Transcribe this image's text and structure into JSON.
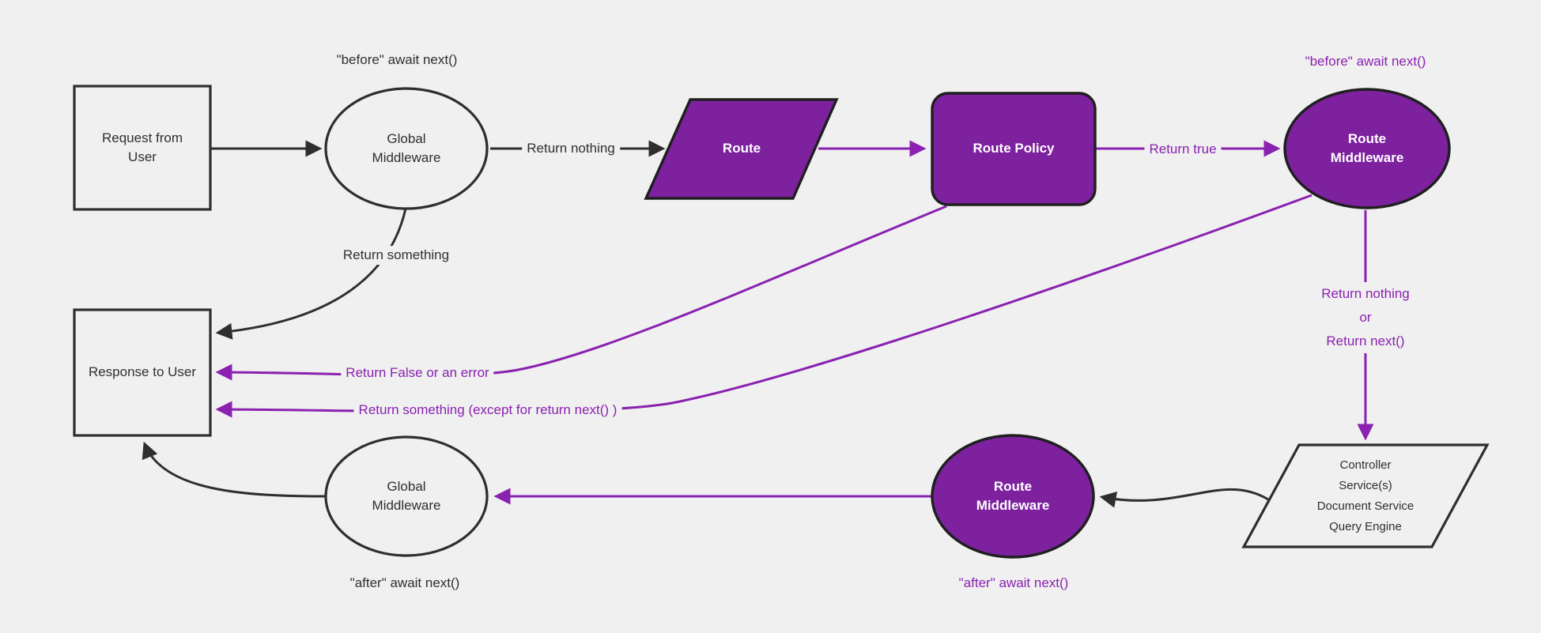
{
  "colors": {
    "background": "#f0f0f0",
    "node_fill": "#f0f0f0",
    "node_border": "#1f1f1f",
    "purple_fill": "#7d219f",
    "purple_edge": "#8a21b0",
    "dark_edge": "#2e2e2e",
    "dark_text": "#2f2f2f",
    "white_text": "#ffffff"
  },
  "nodes": {
    "request": {
      "label": "Request from User"
    },
    "global_middleware_top": {
      "label": "Global Middleware"
    },
    "route": {
      "label": "Route"
    },
    "route_policy": {
      "label": "Route Policy"
    },
    "route_middleware_top": {
      "label": "Route Middleware"
    },
    "controller_services": {
      "label": "Controller\nService(s)\nDocument Service\nQuery Engine"
    },
    "route_middleware_bottom": {
      "label": "Route Middleware"
    },
    "global_middleware_bottom": {
      "label": "Global Middleware"
    },
    "response": {
      "label": "Response to User"
    }
  },
  "edge_labels": {
    "before_await_top": "\"before\" await next()",
    "return_nothing": "Return nothing",
    "return_something": "Return something",
    "after_await_bottom_left": "\"after\" await next()",
    "before_await_right": "\"before\" await next()",
    "return_true": "Return true",
    "return_nothing_or_next": "Return nothing\nor\nReturn next()",
    "return_false_or_error": "Return False or an error",
    "return_something_except": "Return something (except for return next() )",
    "after_await_bottom_right": "\"after\" await next()"
  }
}
